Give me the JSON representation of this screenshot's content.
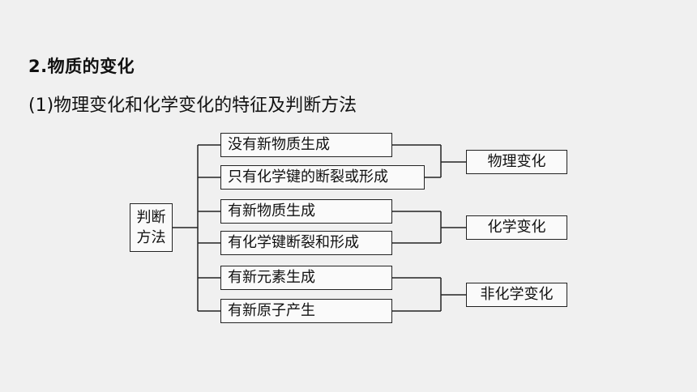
{
  "heading": "2.物质的变化",
  "subheading": "(1)物理变化和化学变化的特征及判断方法",
  "root": {
    "line1": "判断",
    "line2": "方法"
  },
  "criteria": [
    "没有新物质生成",
    "只有化学键的断裂或形成",
    "有新物质生成",
    "有化学键断裂和形成",
    "有新元素生成",
    "有新原子产生"
  ],
  "results": [
    "物理变化",
    "化学变化",
    "非化学变化"
  ]
}
